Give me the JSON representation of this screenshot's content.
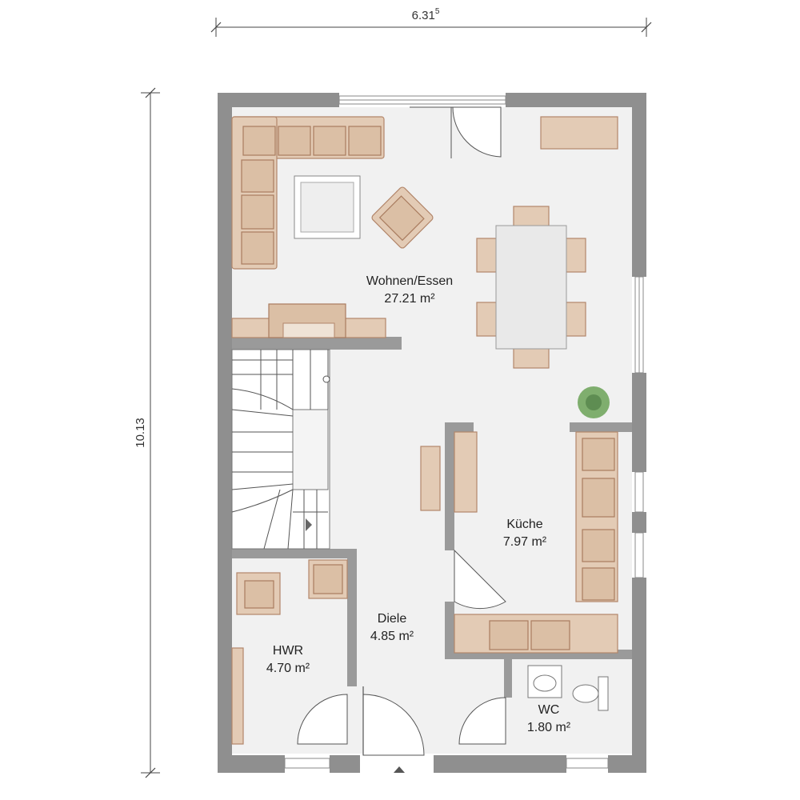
{
  "dimensions": {
    "width_main": "6.31",
    "width_sup": "5",
    "height": "10.13"
  },
  "rooms": {
    "wohnen": {
      "name": "Wohnen/Essen",
      "area": "27.21 m²"
    },
    "kueche": {
      "name": "Küche",
      "area": "7.97 m²"
    },
    "diele": {
      "name": "Diele",
      "area": "4.85 m²"
    },
    "hwr": {
      "name": "HWR",
      "area": "4.70 m²"
    },
    "wc": {
      "name": "WC",
      "area": "1.80 m²"
    }
  },
  "colors": {
    "wall": "#8f8f8f",
    "floor": "#f1f1f1",
    "furniture": "#e3cbb5",
    "furniture_outline": "#b2866a",
    "plant": "#7fae6e"
  }
}
